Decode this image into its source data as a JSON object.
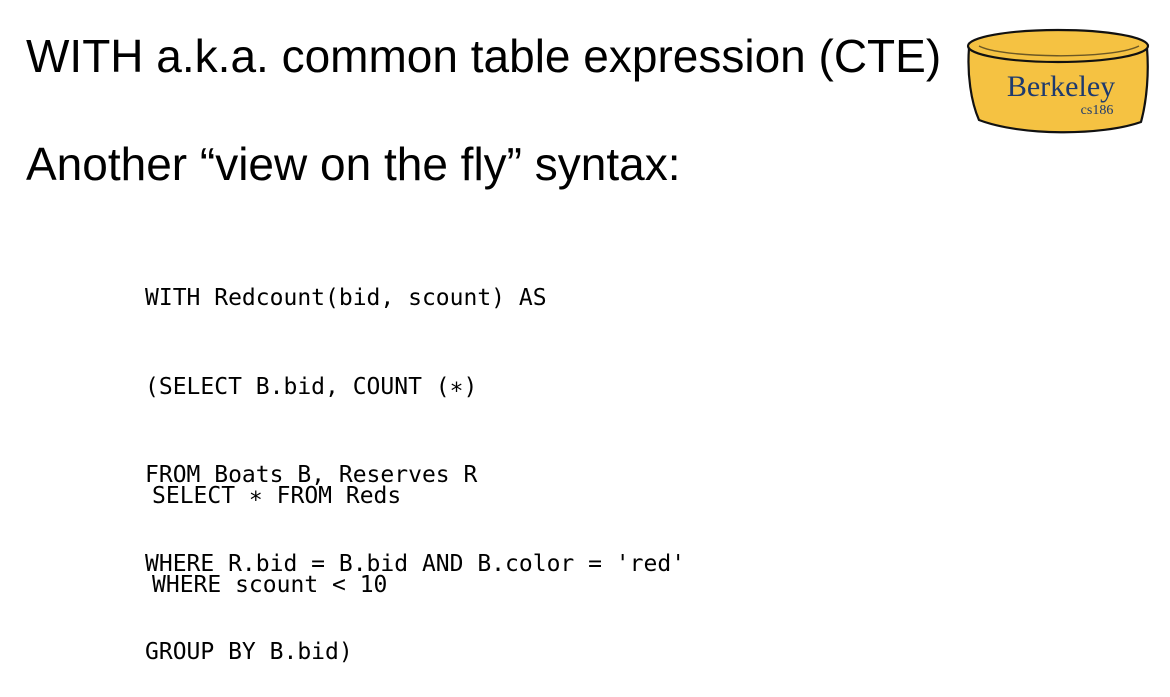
{
  "slide": {
    "title": "WITH a.k.a. common table expression (CTE)",
    "subtitle": "Another “view on the fly” syntax:"
  },
  "logo": {
    "name": "Berkeley",
    "course": "cs186",
    "fill_color": "#F5C242",
    "text_color": "#1E3A6E"
  },
  "code": {
    "block1": [
      "WITH Redcount(bid, scount) AS",
      "(SELECT B.bid, COUNT (∗)",
      "FROM Boats B, Reserves R",
      "WHERE R.bid = B.bid AND B.color = 'red'",
      "GROUP BY B.bid)"
    ],
    "block2": [
      "SELECT ∗ FROM Reds",
      "WHERE scount < 10"
    ]
  }
}
